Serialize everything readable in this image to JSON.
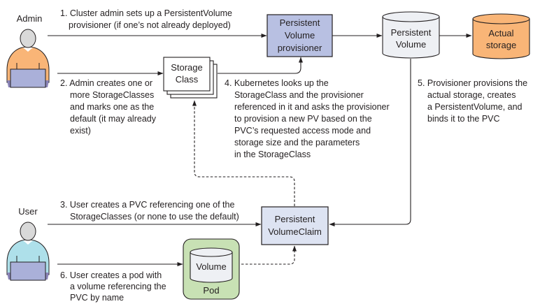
{
  "actors": {
    "admin": {
      "label": "Admin",
      "shirt_color": "#f9b577",
      "laptop_color": "#aab0d9"
    },
    "user": {
      "label": "User",
      "shirt_color": "#aee0ea",
      "laptop_color": "#aab0d9"
    }
  },
  "nodes": {
    "provisioner": {
      "lines": [
        "Persistent",
        "Volume",
        "provisioner"
      ],
      "color": "#b8c0e2"
    },
    "persistent_volume": {
      "lines": [
        "Persistent",
        "Volume"
      ],
      "color": "#eef0f4"
    },
    "actual_storage": {
      "lines": [
        "Actual",
        "storage"
      ],
      "color": "#f9b577"
    },
    "storage_class": {
      "lines": [
        "Storage",
        "Class"
      ],
      "color": "#ffffff"
    },
    "pvc": {
      "lines": [
        "Persistent",
        "VolumeClaim"
      ],
      "color": "#dde3f2"
    },
    "pod": {
      "label": "Pod",
      "color": "#c8e1b4"
    },
    "volume": {
      "label": "Volume",
      "color": "#eef0f4"
    }
  },
  "steps": {
    "step1": [
      "1. Cluster admin sets up a PersistentVolume",
      "provisioner (if one’s not already deployed)"
    ],
    "step2": [
      "2. Admin creates one or",
      "more StorageClasses",
      "and marks one as the",
      "default (it may already",
      "exist)"
    ],
    "step3": [
      "3. User creates a PVC referencing one of the",
      "StorageClasses (or none to use the default)"
    ],
    "step4": [
      "4. Kubernetes looks up the",
      "StorageClass and the provisioner",
      "referenced in it and asks the provisioner",
      "to provision a new PV based on the",
      "PVC’s requested access mode and",
      "storage size and the parameters",
      "in the StorageClass"
    ],
    "step5": [
      "5. Provisioner provisions the",
      "actual storage, creates",
      "a PersistentVolume, and",
      "binds it to the PVC"
    ],
    "step6": [
      "6. User creates a pod with",
      "a volume referencing the",
      "PVC by name"
    ]
  }
}
